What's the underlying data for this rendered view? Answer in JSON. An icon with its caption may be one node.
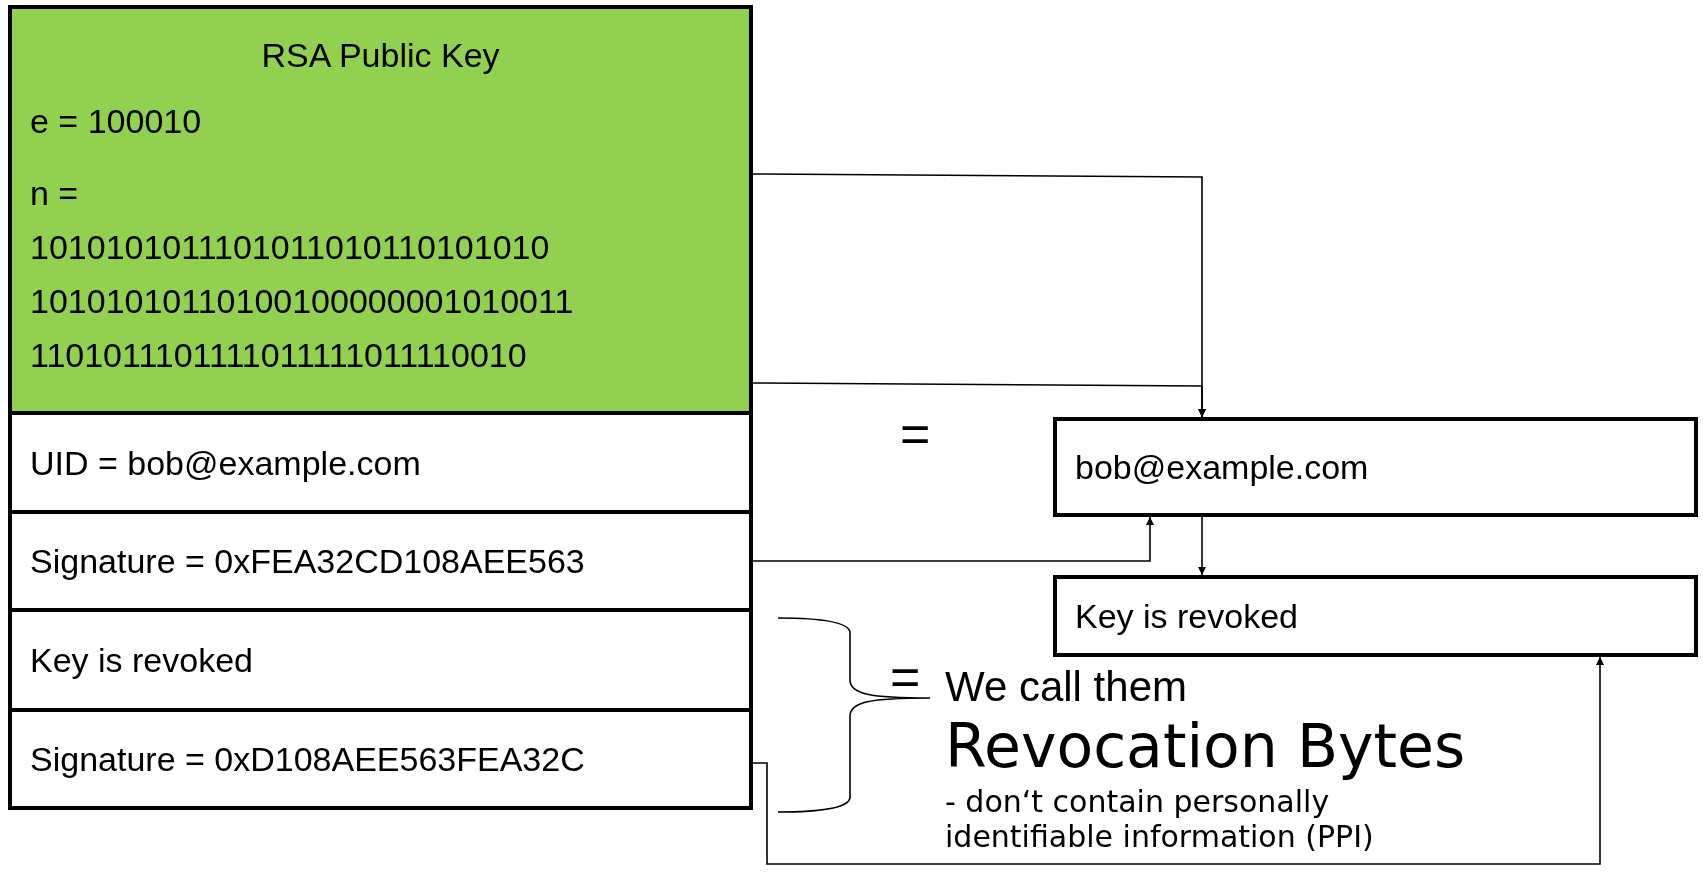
{
  "diagram": {
    "nodes": [
      {
        "text": [
          "RSA Public Key",
          "e = 100010",
          "n = 1010101011101011010110101010 10101010110100100000001010011 1101011101111011111011110010"
        ]
      },
      {
        "text": [
          "UID = bob@example.com"
        ]
      },
      {
        "text": [
          "Signature = 0xFEA32CD108AEE563"
        ]
      },
      {
        "text": [
          "Key is revoked"
        ]
      },
      {
        "text": [
          "Signature = 0xD108AEE563FEA32C"
        ]
      },
      {
        "text": [
          "bob@example.com"
        ]
      },
      {
        "text": [
          "Key is revoked"
        ]
      }
    ],
    "edges": [
      {
        "from": 0,
        "to": 5,
        "arrow": "to"
      },
      {
        "from": 0,
        "to": 5,
        "arrow": "to"
      },
      {
        "from": 2,
        "to": 5,
        "arrow": "to"
      },
      {
        "from": 5,
        "to": 6,
        "arrow": "to"
      },
      {
        "from": 4,
        "to": 6,
        "arrow": "to"
      }
    ],
    "labels": [
      "=",
      "=",
      "We call them",
      "Revocation Bytes",
      "- don‘t contain personally identifiable information (PPI)"
    ]
  }
}
